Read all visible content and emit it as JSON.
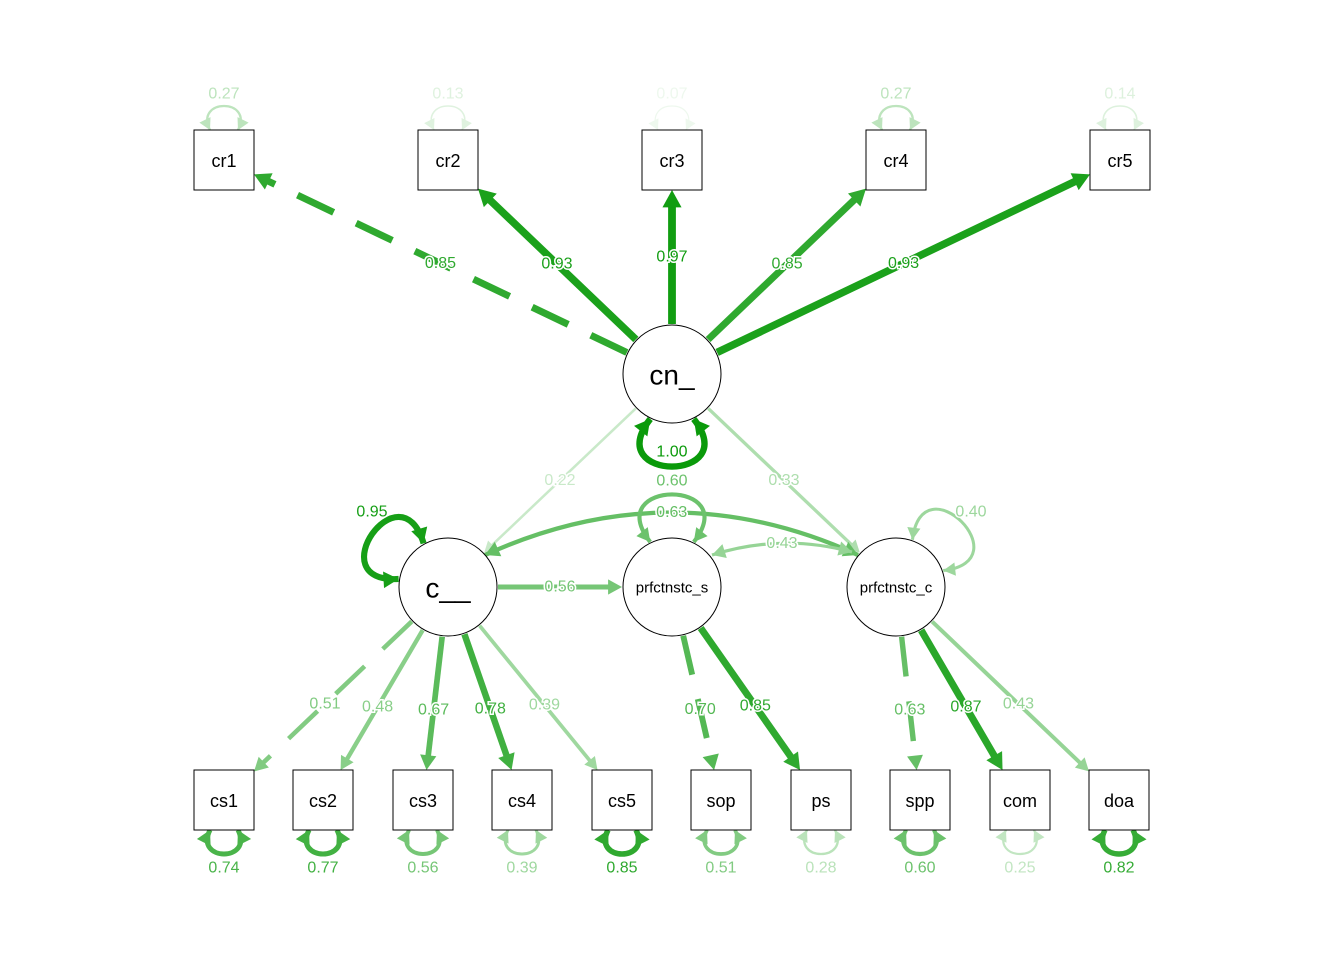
{
  "diagram": {
    "type": "sem-path-diagram",
    "edge_color": "#009900",
    "manifest_top": [
      {
        "id": "cr1",
        "label": "cr1",
        "residual": "0.27"
      },
      {
        "id": "cr2",
        "label": "cr2",
        "residual": "0.13"
      },
      {
        "id": "cr3",
        "label": "cr3",
        "residual": "0.07"
      },
      {
        "id": "cr4",
        "label": "cr4",
        "residual": "0.27"
      },
      {
        "id": "cr5",
        "label": "cr5",
        "residual": "0.14"
      }
    ],
    "latents": [
      {
        "id": "cn_",
        "label": "cn_",
        "residual": "1.00"
      },
      {
        "id": "c__",
        "label": "c__",
        "residual": "0.95"
      },
      {
        "id": "prfctnstc_s",
        "label": "prfctnstc_s",
        "residual": "0.60"
      },
      {
        "id": "prfctnstc_c",
        "label": "prfctnstc_c",
        "residual": "0.40"
      }
    ],
    "manifest_bottom": [
      {
        "id": "cs1",
        "label": "cs1",
        "residual": "0.74"
      },
      {
        "id": "cs2",
        "label": "cs2",
        "residual": "0.77"
      },
      {
        "id": "cs3",
        "label": "cs3",
        "residual": "0.56"
      },
      {
        "id": "cs4",
        "label": "cs4",
        "residual": "0.39"
      },
      {
        "id": "cs5",
        "label": "cs5",
        "residual": "0.85"
      },
      {
        "id": "sop",
        "label": "sop",
        "residual": "0.51"
      },
      {
        "id": "ps",
        "label": "ps",
        "residual": "0.28"
      },
      {
        "id": "spp",
        "label": "spp",
        "residual": "0.60"
      },
      {
        "id": "com",
        "label": "com",
        "residual": "0.25"
      },
      {
        "id": "doa",
        "label": "doa",
        "residual": "0.82"
      }
    ],
    "edges": [
      {
        "from": "cn_",
        "to": "cr1",
        "value": "0.85",
        "dashed": true
      },
      {
        "from": "cn_",
        "to": "cr2",
        "value": "0.93",
        "dashed": false
      },
      {
        "from": "cn_",
        "to": "cr3",
        "value": "0.97",
        "dashed": false
      },
      {
        "from": "cn_",
        "to": "cr4",
        "value": "0.85",
        "dashed": false
      },
      {
        "from": "cn_",
        "to": "cr5",
        "value": "0.93",
        "dashed": false
      },
      {
        "from": "cn_",
        "to": "c__",
        "value": "0.22",
        "dashed": false
      },
      {
        "from": "cn_",
        "to": "prfctnstc_c",
        "value": "0.33",
        "dashed": false
      },
      {
        "from": "c__",
        "to": "prfctnstc_s",
        "value": "0.56",
        "dashed": false
      },
      {
        "from": "c__",
        "to": "cs1",
        "value": "0.51",
        "dashed": true
      },
      {
        "from": "c__",
        "to": "cs2",
        "value": "0.48",
        "dashed": false
      },
      {
        "from": "c__",
        "to": "cs3",
        "value": "0.67",
        "dashed": false
      },
      {
        "from": "c__",
        "to": "cs4",
        "value": "0.78",
        "dashed": false
      },
      {
        "from": "c__",
        "to": "cs5",
        "value": "0.39",
        "dashed": false
      },
      {
        "from": "prfctnstc_s",
        "to": "sop",
        "value": "0.70",
        "dashed": true
      },
      {
        "from": "prfctnstc_s",
        "to": "ps",
        "value": "0.85",
        "dashed": false
      },
      {
        "from": "prfctnstc_c",
        "to": "spp",
        "value": "0.63",
        "dashed": true
      },
      {
        "from": "prfctnstc_c",
        "to": "com",
        "value": "0.87",
        "dashed": false
      },
      {
        "from": "prfctnstc_c",
        "to": "doa",
        "value": "0.43",
        "dashed": false
      }
    ],
    "covariances": [
      {
        "from": "c__",
        "to": "prfctnstc_c",
        "value": "0.63"
      },
      {
        "from": "prfctnstc_s",
        "to": "prfctnstc_c",
        "value": "0.43"
      }
    ]
  }
}
